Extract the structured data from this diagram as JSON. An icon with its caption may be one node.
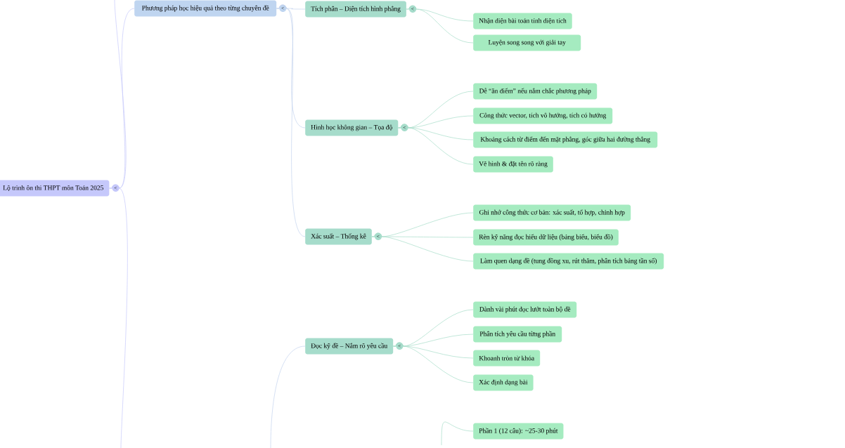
{
  "diagram": {
    "nodes": [
      {
        "text": [
          "Lộ trình ôn thi THPT môn Toán 2025"
        ],
        "beside": [
          "<"
        ]
      },
      {
        "text": [
          "Phương pháp học hiệu quả theo từng chuyên đề"
        ],
        "beside": [
          "<"
        ]
      },
      {
        "text": [
          "Tích phân – Diện tích hình phẳng"
        ],
        "beside": [
          "<"
        ]
      },
      {
        "text": [
          "Nhận diện bài toán tính diện tích"
        ]
      },
      {
        "text": [
          "Luyện song song với giải tay"
        ]
      },
      {
        "text": [
          "Hình học không gian – Tọa độ"
        ],
        "beside": [
          "<"
        ]
      },
      {
        "text": [
          "Dễ “ăn điểm” nếu nắm chắc phương pháp"
        ]
      },
      {
        "text": [
          "Công thức vector, tích vô hướng, tích có hướng"
        ]
      },
      {
        "text": [
          "Khoảng cách từ điểm đến mặt phẳng, góc giữa hai đường thẳng"
        ]
      },
      {
        "text": [
          "Vẽ hình & đặt tên rõ ràng"
        ]
      },
      {
        "text": [
          "Xác suất – Thống kê"
        ],
        "beside": [
          "<"
        ]
      },
      {
        "text": [
          "Ghi nhớ công thức cơ bản: xác suất, tổ hợp, chỉnh hợp"
        ]
      },
      {
        "text": [
          "Rèn kỹ năng đọc hiểu dữ liệu (bảng biểu, biểu đồ)"
        ]
      },
      {
        "text": [
          "Làm quen dạng đề (tung đồng xu, rút thăm, phân tích bảng tần số)"
        ]
      },
      {
        "text": [
          "Đọc kỹ đề – Nắm rõ yêu cầu"
        ],
        "beside": [
          "<"
        ]
      },
      {
        "text": [
          "Dành vài phút đọc lướt toàn bộ đề"
        ]
      },
      {
        "text": [
          "Phân tích yêu cầu từng phần"
        ]
      },
      {
        "text": [
          "Khoanh tròn từ khóa"
        ]
      },
      {
        "text": [
          "Xác định dạng bài"
        ]
      },
      {
        "text": [
          "Phần 1 (12 câu): ~25-30 phút"
        ]
      }
    ],
    "edges": [
      {
        "from": 0,
        "to": 1,
        "arrow": "none",
        "color": "#c5c8fb"
      },
      {
        "from": 0,
        "to": null,
        "arrow": "none",
        "color": "#c5c8fb"
      },
      {
        "from": 0,
        "to": null,
        "arrow": "none",
        "color": "#c5c8fb"
      },
      {
        "from": 1,
        "to": 2,
        "arrow": "none",
        "color": "#c3d3ee"
      },
      {
        "from": 1,
        "to": 5,
        "arrow": "none",
        "color": "#c3d3ee"
      },
      {
        "from": 1,
        "to": 10,
        "arrow": "none",
        "color": "#c3d3ee"
      },
      {
        "from": 2,
        "to": 3,
        "arrow": "none"
      },
      {
        "from": 2,
        "to": 4,
        "arrow": "none"
      },
      {
        "from": 5,
        "to": 6,
        "arrow": "none"
      },
      {
        "from": 5,
        "to": 7,
        "arrow": "none"
      },
      {
        "from": 5,
        "to": 8,
        "arrow": "none"
      },
      {
        "from": 5,
        "to": 9,
        "arrow": "none"
      },
      {
        "from": 10,
        "to": 11,
        "arrow": "none"
      },
      {
        "from": 10,
        "to": 12,
        "arrow": "none"
      },
      {
        "from": 10,
        "to": 13,
        "arrow": "none"
      },
      {
        "from": null,
        "to": 14,
        "arrow": "none",
        "color": "#c3d3ee"
      },
      {
        "from": 14,
        "to": 15,
        "arrow": "none"
      },
      {
        "from": 14,
        "to": 16,
        "arrow": "none"
      },
      {
        "from": 14,
        "to": 17,
        "arrow": "none"
      },
      {
        "from": 14,
        "to": 18,
        "arrow": "none"
      },
      {
        "from": null,
        "to": 19,
        "arrow": "none"
      }
    ]
  }
}
